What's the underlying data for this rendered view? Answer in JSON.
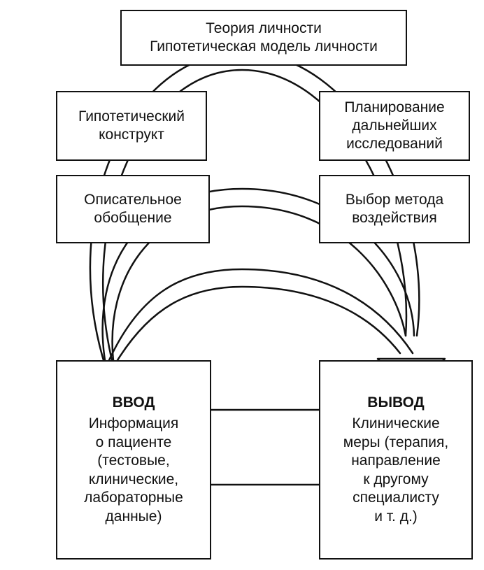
{
  "theory": {
    "line1": "Теория личности",
    "line2": "Гипотетическая модель личности"
  },
  "left_top": {
    "line1": "Гипотетический",
    "line2": "конструкт"
  },
  "right_top": {
    "line1": "Планирование",
    "line2": "дальнейших",
    "line3": "исследований"
  },
  "left_mid": {
    "line1": "Описательное",
    "line2": "обобщение"
  },
  "right_mid": {
    "line1": "Выбор метода",
    "line2": "воздействия"
  },
  "input": {
    "title": "ВВОД",
    "lines": [
      "Информация",
      "о пациенте",
      "(тестовые,",
      "клинические,",
      "лабораторные",
      "данные)"
    ]
  },
  "output": {
    "title": "ВЫВОД",
    "lines": [
      "Клинические",
      "меры (терапия,",
      "направление",
      "к другому",
      "специалисту",
      "и т. д.)"
    ]
  }
}
